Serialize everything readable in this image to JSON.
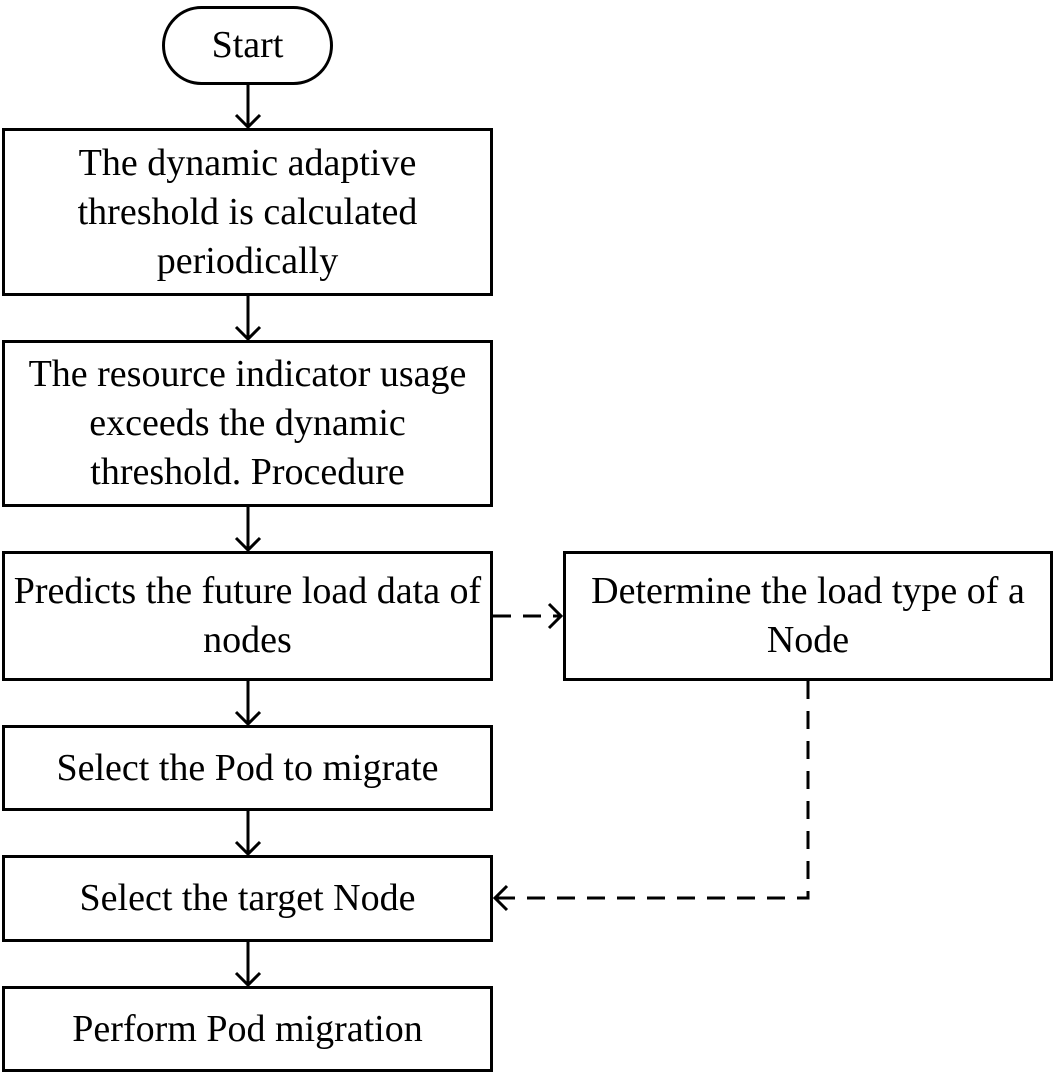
{
  "flowchart": {
    "start": "Start",
    "steps": [
      "The dynamic adaptive threshold is calculated periodically",
      "The resource indicator usage exceeds the dynamic threshold. Procedure",
      "Predicts the future load data of nodes",
      "Select the Pod to migrate",
      "Select the target Node",
      "Perform Pod migration"
    ],
    "side_step": "Determine the load type of a Node"
  }
}
